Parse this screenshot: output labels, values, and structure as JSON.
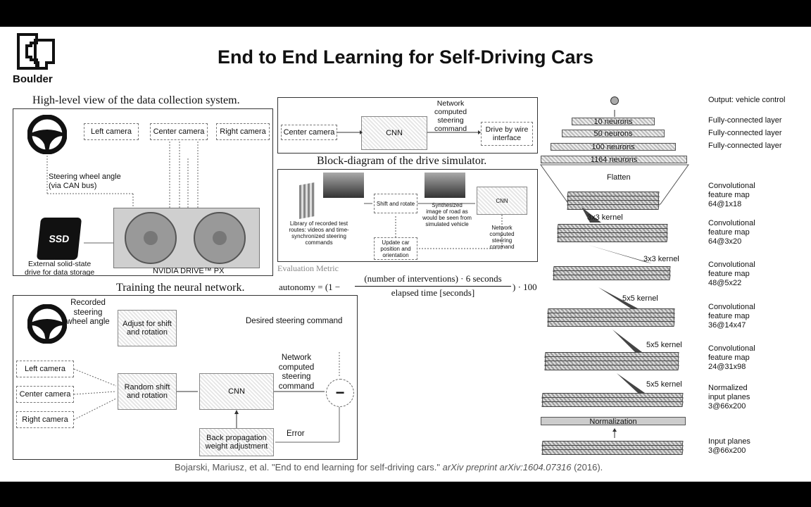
{
  "header": {
    "title": "End to End Learning for Self-Driving Cars",
    "logo_text": "Boulder"
  },
  "data_collection": {
    "caption": "High-level view of the data collection system.",
    "left_camera": "Left camera",
    "center_camera": "Center camera",
    "right_camera": "Right camera",
    "steering_label": "Steering wheel angle\n(via CAN bus)",
    "ssd_label": "SSD",
    "ssd_caption": "External solid-state\ndrive for data storage",
    "drive_px_label": "NVIDIA DRIVE™ PX"
  },
  "cnn_top": {
    "center_camera": "Center camera",
    "cnn": "CNN",
    "network_label": "Network\ncomputed\nsteering\ncommand",
    "drive_by_wire": "Drive by wire\ninterface"
  },
  "simulator": {
    "caption": "Block-diagram of the drive simulator.",
    "library_label": "Library of recorded test\nroutes: videos and time-\nsynchronized steering\ncommands",
    "shift_rotate": "Shift and rotate",
    "synth_label": "Synthesized\nimage of road as\nwould be seen from\nsimulated vehicle",
    "cnn": "CNN",
    "network_label": "Network\ncomputed\nsteering\ncommand",
    "update_label": "Update car\nposition and\norientation"
  },
  "evaluation": {
    "heading": "Evaluation Metric",
    "lhs": "autonomy = (1 −",
    "numerator": "(number of interventions) · 6 seconds",
    "denominator": "elapsed time [seconds]",
    "rhs": ") · 100"
  },
  "training": {
    "caption": "Training the neural network.",
    "recorded_label": "Recorded\nsteering\nwheel angle",
    "adjust": "Adjust for shift\nand rotation",
    "desired": "Desired steering command",
    "left_camera": "Left camera",
    "center_camera": "Center camera",
    "right_camera": "Right camera",
    "random_shift": "Random shift\nand rotation",
    "cnn": "CNN",
    "network_label": "Network\ncomputed\nsteering\ncommand",
    "minus": "−",
    "backprop": "Back propagation\nweight adjustment",
    "error": "Error"
  },
  "architecture": {
    "output": "Output: vehicle control",
    "fc_layers": [
      {
        "neurons": "10 neurons",
        "label": "Fully-connected layer"
      },
      {
        "neurons": "50 neurons",
        "label": "Fully-connected layer"
      },
      {
        "neurons": "100 neurons",
        "label": "Fully-connected layer"
      }
    ],
    "flat_neurons": "1164 neurons",
    "flatten": "Flatten",
    "conv_maps": [
      {
        "label": "Convolutional\nfeature map\n64@1x18"
      },
      {
        "label": "Convolutional\nfeature map\n64@3x20"
      },
      {
        "label": "Convolutional\nfeature map\n48@5x22"
      },
      {
        "label": "Convolutional\nfeature map\n36@14x47"
      },
      {
        "label": "Convolutional\nfeature map\n24@31x98"
      }
    ],
    "kernels": [
      "3x3 kernel",
      "3x3 kernel",
      "5x5 kernel",
      "5x5 kernel",
      "5x5 kernel"
    ],
    "normalized": "Normalized\ninput planes\n3@66x200",
    "normalization": "Normalization",
    "input_planes": "Input planes\n3@66x200"
  },
  "citation": {
    "prefix": "Bojarski, Mariusz, et al. \"End to end learning for self-driving cars.\" ",
    "italic": "arXiv preprint arXiv:1604.07316",
    "suffix": " (2016)."
  }
}
